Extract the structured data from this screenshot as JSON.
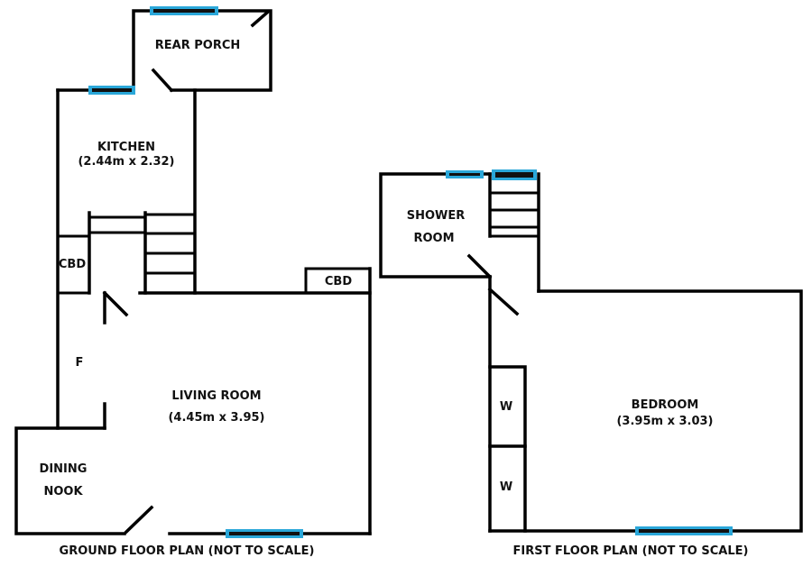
{
  "ground_floor": {
    "caption": "GROUND FLOOR PLAN (NOT TO SCALE)",
    "rooms": {
      "rear_porch": "REAR PORCH",
      "kitchen": "KITCHEN",
      "kitchen_size": "(2.44m x 2.32)",
      "cbd_left": "CBD",
      "cbd_right": "CBD",
      "fireplace": "F",
      "living_room": "LIVING ROOM",
      "living_room_size": "(4.45m x 3.95)",
      "dining_line1": "DINING",
      "dining_line2": "NOOK"
    }
  },
  "first_floor": {
    "caption": "FIRST FLOOR PLAN (NOT TO SCALE)",
    "rooms": {
      "shower_line1": "SHOWER",
      "shower_line2": "ROOM",
      "wardrobe_1": "W",
      "wardrobe_2": "W",
      "bedroom": "BEDROOM",
      "bedroom_size": "(3.95m x 3.03)"
    }
  },
  "colors": {
    "wall": "#000000",
    "window_frame": "#2aa7d9",
    "window_glass": "#111111"
  }
}
